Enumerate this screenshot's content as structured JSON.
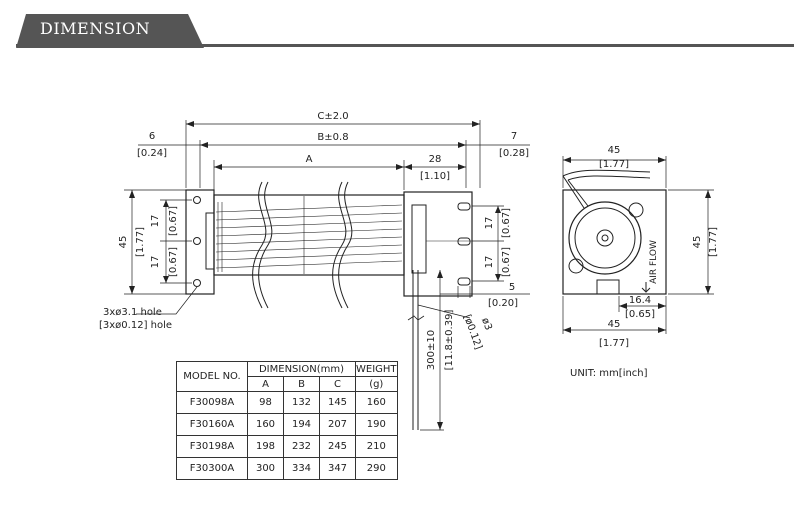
{
  "header": {
    "title": "DIMENSION",
    "accent_color": "#555555"
  },
  "front_view": {
    "dim_c": "C±2.0",
    "dim_b": "B±0.8",
    "dim_a": "A",
    "dim_28": "28",
    "dim_28_in": "[1.10]",
    "dim_6": "6",
    "dim_6_in": "[0.24]",
    "dim_7": "7",
    "dim_7_in": "[0.28]",
    "dim_45": "45",
    "dim_45_in": "[1.77]",
    "dim_17": "17",
    "dim_17_in": "[0.67]",
    "dim_5": "5",
    "dim_5_in": "[0.20]",
    "hole_mm": "3xø3.1 hole",
    "hole_in": "[3xø0.12] hole",
    "lead_len": "300±10",
    "lead_len_in": "[11.8±0.39]",
    "lead_dia": "ø3",
    "lead_dia_in": "[ø0.12]"
  },
  "side_view": {
    "dim_45": "45",
    "dim_45_in": "[1.77]",
    "dim_164": "16.4",
    "dim_164_in": "[0.65]",
    "airflow": "AIR FLOW"
  },
  "unit_note": "UNIT: mm[inch]",
  "table": {
    "h_model": "MODEL NO.",
    "h_dimension": "DIMENSION(mm)",
    "h_weight": "WEIGHT",
    "h_weight_unit": "(g)",
    "h_a": "A",
    "h_b": "B",
    "h_c": "C",
    "rows": [
      {
        "model": "F30098A",
        "a": "98",
        "b": "132",
        "c": "145",
        "weight": "160"
      },
      {
        "model": "F30160A",
        "a": "160",
        "b": "194",
        "c": "207",
        "weight": "190"
      },
      {
        "model": "F30198A",
        "a": "198",
        "b": "232",
        "c": "245",
        "weight": "210"
      },
      {
        "model": "F30300A",
        "a": "300",
        "b": "334",
        "c": "347",
        "weight": "290"
      }
    ]
  }
}
